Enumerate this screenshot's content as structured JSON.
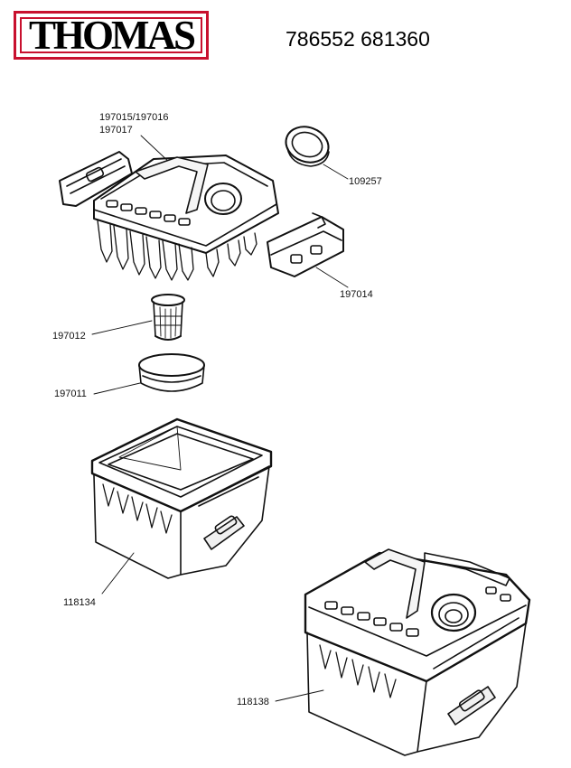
{
  "header": {
    "brand": "THOMAS",
    "document_code": "786552 681360"
  },
  "parts": [
    {
      "id": "p1",
      "label": "197015/197016"
    },
    {
      "id": "p2",
      "label": "197017"
    },
    {
      "id": "p3",
      "label": "109257"
    },
    {
      "id": "p4",
      "label": "197014"
    },
    {
      "id": "p5",
      "label": "197012"
    },
    {
      "id": "p6",
      "label": "197011"
    },
    {
      "id": "p7",
      "label": "118134"
    },
    {
      "id": "p8",
      "label": "118138"
    }
  ],
  "colors": {
    "brand_red": "#c8102e",
    "line": "#111111",
    "background": "#ffffff"
  }
}
